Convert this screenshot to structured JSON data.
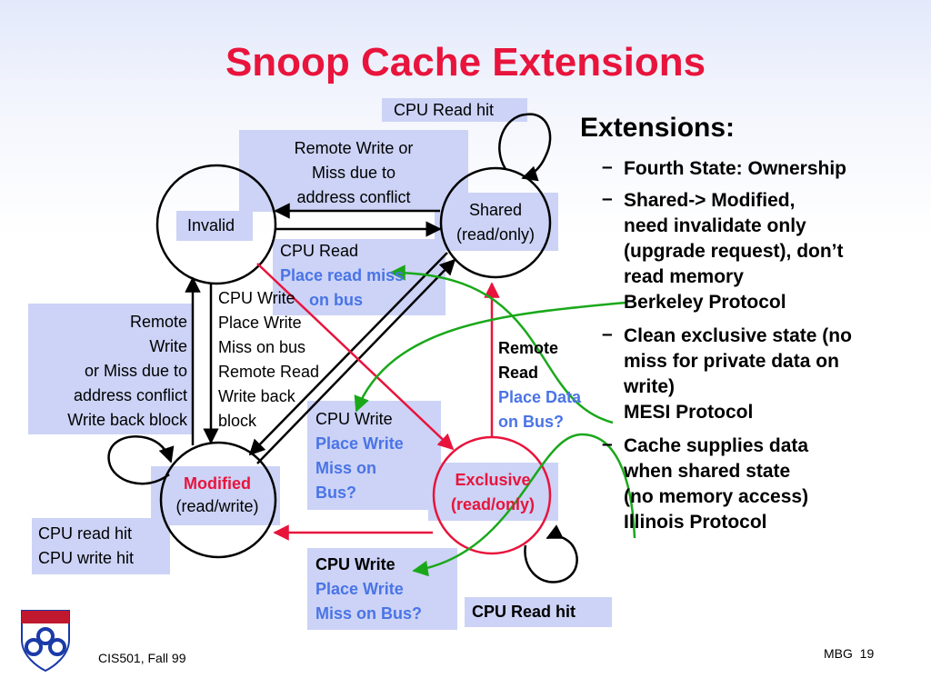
{
  "title": "Snoop Cache Extensions",
  "states": {
    "invalid": "Invalid",
    "shared": [
      "Shared",
      "(read/only)"
    ],
    "modified": [
      "Modified",
      "(read/write)"
    ],
    "exclusive": [
      "Exclusive",
      "(read/only)"
    ]
  },
  "transitions": {
    "cpu_read_hit_top": "CPU Read hit",
    "remote_write_miss": [
      "Remote Write or",
      "Miss due to",
      "address conflict"
    ],
    "cpu_read": "CPU Read",
    "place_read_miss": [
      "Place read miss",
      "on bus"
    ],
    "left_remote": [
      "Remote",
      "Write",
      "or  Miss due to",
      "address conflict",
      "Write back block"
    ],
    "cpu_write_mid": [
      "CPU Write",
      "Place Write",
      "Miss on bus",
      "Remote Read",
      "Write back",
      "block"
    ],
    "cpu_write_center": "CPU Write",
    "cpu_write_center_blue": [
      "Place Write",
      "Miss on",
      "Bus?"
    ],
    "remote_read": [
      "Remote",
      "Read"
    ],
    "place_data": [
      "Place Data",
      "on Bus?"
    ],
    "modified_hits": [
      "CPU read hit",
      "CPU write hit"
    ],
    "cpu_write_bottom": "CPU Write",
    "cpu_write_bottom_blue": [
      "Place Write",
      "Miss on Bus?"
    ],
    "cpu_read_hit_bottom": "CPU Read hit"
  },
  "extensions": {
    "heading": "Extensions:",
    "bullets": [
      {
        "lines": [
          "Fourth State: Ownership"
        ],
        "protocol": ""
      },
      {
        "lines": [
          "Shared-> Modified,",
          "need invalidate only",
          "(upgrade request), don’t",
          "read memory"
        ],
        "protocol": "Berkeley Protocol"
      },
      {
        "lines": [
          "Clean exclusive state (no",
          "miss for private data on",
          "write)"
        ],
        "protocol": "MESI Protocol"
      },
      {
        "lines": [
          "Cache supplies data",
          "when shared state",
          "(no memory access)"
        ],
        "protocol": "Illinois Protocol"
      }
    ],
    "dash": "–"
  },
  "footer": {
    "course": "CIS501, Fall 99",
    "author": "MBG",
    "page": "19"
  },
  "colors": {
    "title": "#e8143c",
    "label_bg": "#ccd3f6",
    "blue_text": "#4a74e6",
    "red_arrow": "#e8143c",
    "green_arrow": "#1aa81a"
  }
}
